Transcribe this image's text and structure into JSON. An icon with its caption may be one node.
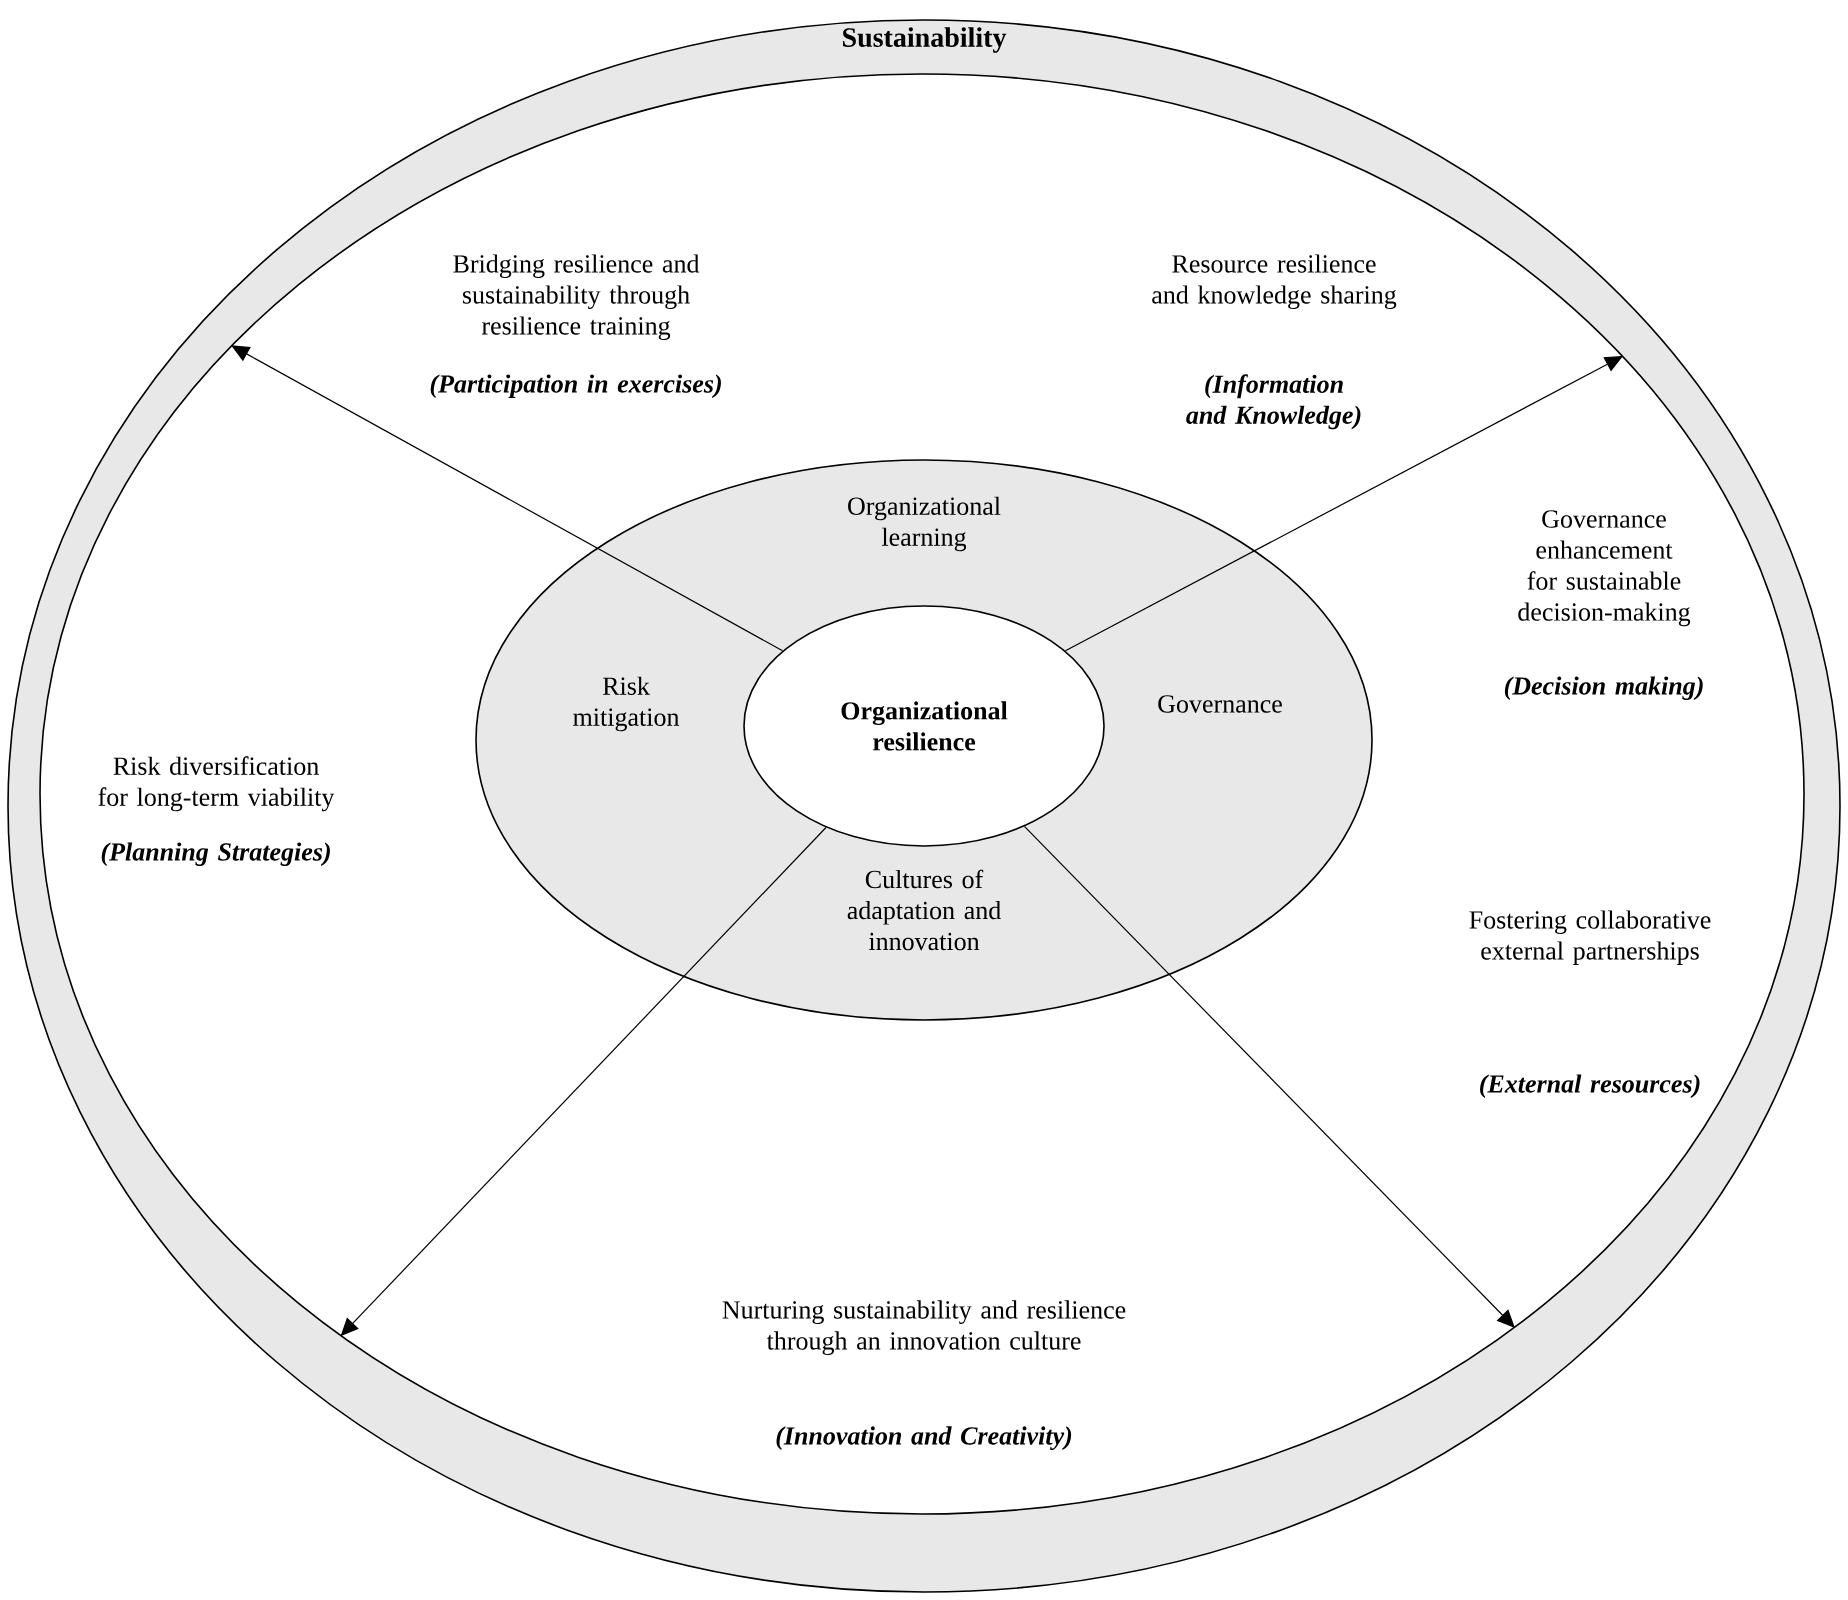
{
  "diagram": {
    "nodes": [
      {
        "text": [
          "Sustainability"
        ]
      },
      {
        "text": [],
        "shape": "ellipse",
        "in": 0
      },
      {
        "text": [
          "Organizational learning",
          "Risk mitigation",
          "Governance",
          "Cultures of adaptation and innovation"
        ],
        "in": 1
      },
      {
        "text": [
          "Organizational resilience"
        ],
        "in": 2
      }
    ],
    "edges": [
      {
        "from": 3,
        "to": 1,
        "arrow": "to"
      },
      {
        "from": 3,
        "to": 1,
        "arrow": "to"
      },
      {
        "from": 3,
        "to": 1,
        "arrow": "to"
      },
      {
        "from": 3,
        "to": 1,
        "arrow": "to"
      }
    ],
    "labels": [
      "Bridging resilience and sustainability through resilience training",
      "(Participation in exercises)",
      "Resource resilience and knowledge sharing",
      "(Information and Knowledge)",
      "Governance enhancement for sustainable decision-making",
      "(Decision making)",
      "Risk diversification for long-term viability",
      "(Planning Strategies)",
      "Fostering collaborative external partnerships",
      "(External resources)",
      "Nurturing sustainability and resilience through an innovation culture",
      "(Innovation and Creativity)"
    ]
  }
}
